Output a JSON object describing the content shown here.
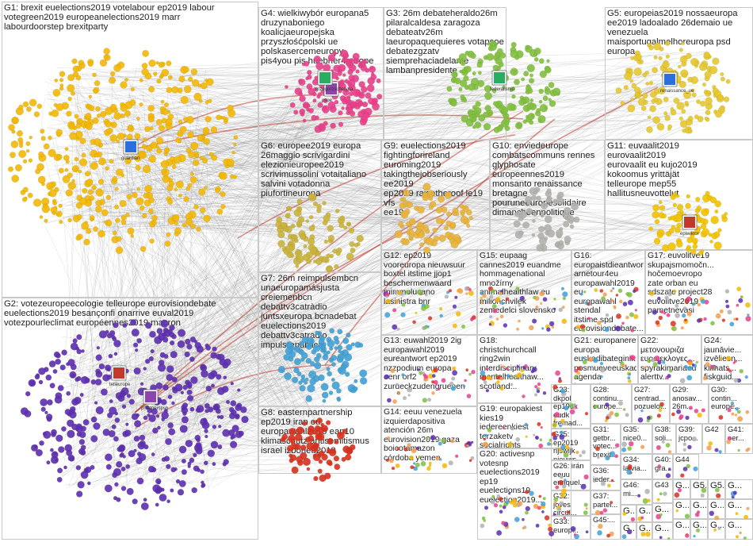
{
  "colors": {
    "background": "#ffffff",
    "panel_border": "#c9c9c9",
    "edge": "#8a8a8a",
    "edge_highlight": "#c0392b",
    "G1": "#f2b705",
    "G2": "#5b2db3",
    "G3": "#7fbf3f",
    "G4": "#e83e8c",
    "G5": "#e6c62e",
    "G6": "#c9b23b",
    "G7": "#3fa0d8",
    "G8": "#d7301f",
    "G9": "#e8b33c",
    "G10": "#b0b0b0",
    "G11": "#f2c200"
  },
  "groups": [
    {
      "id": "G1",
      "label": "G1: brexit euelections2019 votelabour ep2019 labour\nvotegreen2019 europeanelections2019 marr\nlabourdoorstep brexitparty"
    },
    {
      "id": "G2",
      "label": "G2: votezeuropeecologie telleurope eurovisiondebate\neuelections2019 besançonfi onarrive euval2019\nvotezpourleclimat européennes2019 macron"
    },
    {
      "id": "G3",
      "label": "G3: 26m debateheraldo26m\npilaralcaldesa zaragoza debateatv26m\nlaeuropaquequieres votapsoe\ndebatezgzatv siemprehaciadelante\nlambanpresidente"
    },
    {
      "id": "G4",
      "label": "G4: wielkiwybór europana5\ndruzynaboniego koalicjaeuropejska\nprzyszłośćpolski ue polskasercemeuropy\npis4you pis huebner4europe"
    },
    {
      "id": "G5",
      "label": "G5: europeias2019 nossaeuropa\nee2019 ladoalado 26demaio ue\nvenezuela\nmaisportugalmelhoreuropa psd\neuropa"
    },
    {
      "id": "G6",
      "label": "G6: europee2019 europa\n26maggio scrivigardini\nelezionieuropee2019\nscrivimussolini votaitaliano\nsalvini votadonna\npiufortineuropa"
    },
    {
      "id": "G7",
      "label": "G7: 26m reimpulsembcn\nunaeuropamásjusta\ncreiemenbcn\ndebattv3catràdio\njuntsxeuropa bcnadebat\neuelections2019\ndebattv3catradio\nimpulsrepública"
    },
    {
      "id": "G8",
      "label": "G8: easternpartnership\nep2019 iran eu\neuropawahl2019 eap10\nklimaschutz antisemitismus\nisrael izborieu2019"
    },
    {
      "id": "G9",
      "label": "G9: euelections2019\nfightingforireland euroming2019\ntakingthejobseriously ee2019\nep2019 raisetheroof le19 vfs\nee19"
    },
    {
      "id": "G10",
      "label": "G10: enviedeurope\ncombatscommuns rennes\nglyphosate europeennes2019\nmonsanto renaissance\nbretagne\npouruneeuropesolidaire\ndimancheenpolitique"
    },
    {
      "id": "G11",
      "label": "G11: euvaalit2019\neurovaalit2019\neurovaalit eu kujo2019\nkokoomus yrittäjät\ntelleurope mep55\nhallitusneuvottelut"
    },
    {
      "id": "G12",
      "label": "G12: ep2019\nvooreuropa nieuwsuur\nboxtel itstime jjop1\nbeschermenwaard\nmimmolucano\nlasinistra bnr"
    },
    {
      "id": "G13",
      "label": "G13: euwahl2019 2ig\neuropawahl2019\neureantwort ep2019\nnzzpodium europa\noenr orf2\nzurueckzudengruenen"
    },
    {
      "id": "G14",
      "label": "G14: eeuu venezuela\nizquierdapositiva\natención 26m\neurovision2019 gaza\nboicotamazon\ncórdoba yemen"
    },
    {
      "id": "G15",
      "label": "G15: eupaag\ncannes2019 euandme\nhommagenational\nmnožírny\nanimalhealthlaw eu\nmilionchvilek\nzemedelci slovensko"
    },
    {
      "id": "G16",
      "label": "G16:\neuropaistdieantwort\narnetour4eu\neuropawahl2019 eu\neuropawahl stendal\nitstime spd\neurovisiondebate..."
    },
    {
      "id": "G17",
      "label": "G17: euvolitve19\nskupajsmomočn...\nhočemoevropo\nzate orban eu\nsdszate project28\neuvolitve2019\npametnevasi"
    },
    {
      "id": "G18",
      "label": "G18:\nchristchurchcall\nring2win\ninterdisciplinary\nmentalhealthaw...\nscotland..."
    },
    {
      "id": "G19",
      "label": "G19: europakiest\nkies19\niedereenkiest\nterzaketv\nsocialrights\nagenda2030..."
    },
    {
      "id": "G20",
      "label": "G20: activesnp\nvotesnp\neuelections2019\nep19\neuelections19\neuelection2019..."
    },
    {
      "id": "G21",
      "label": "G21: europanere\neuropa\neuskadibateginik\nnosmueveeuskadi\nagenda basauri..."
    },
    {
      "id": "G22",
      "label": "G22:\nμετονουριζα\nευρωεκλογες...\nspyrakimariaeu\nalerttv..."
    },
    {
      "id": "G23",
      "label": "G23:\ndkpol\nep19dk\neudk\nfremad..."
    },
    {
      "id": "G24",
      "label": "G24:\njaunāvie...\nizvēliesn...\nklimats...\nfiskguid..."
    },
    {
      "id": "G25",
      "label": "G25:\nep2019\nrijswijk\nnieuws..."
    },
    {
      "id": "G26",
      "label": "G26: irán\neeuu\nenriquel..."
    },
    {
      "id": "G27",
      "label": "G27:\ncentrad...\npozuelo..."
    },
    {
      "id": "G28",
      "label": "G28:\ncontinu...\neurope..."
    },
    {
      "id": "G29",
      "label": "G29:\nanosav...\n26m..."
    },
    {
      "id": "G30",
      "label": "G30:\ncontin...\neurope..."
    },
    {
      "id": "G31",
      "label": "G31:\ngetbr...\nvotec...\nbrexit..."
    },
    {
      "id": "G32",
      "label": "G32:\njoves\ncircul..."
    },
    {
      "id": "G33",
      "label": "G33:\neurop..."
    },
    {
      "id": "G34",
      "label": "G34:\nlatvia..."
    },
    {
      "id": "G35",
      "label": "G35:\nnice0..."
    },
    {
      "id": "G36",
      "label": "G36:\nieder..."
    },
    {
      "id": "G37",
      "label": "G37:\npartei..."
    },
    {
      "id": "G38",
      "label": "G38:\nsoli..."
    },
    {
      "id": "G39",
      "label": "G39:\njcpo..."
    },
    {
      "id": "G40",
      "label": "G40:\ngra..."
    },
    {
      "id": "G41",
      "label": "G41:\noer..."
    },
    {
      "id": "G42",
      "label": "G42"
    },
    {
      "id": "G43",
      "label": "G43"
    },
    {
      "id": "G44",
      "label": "G44"
    },
    {
      "id": "G45",
      "label": "G45:..."
    },
    {
      "id": "G46",
      "label": "G46:\nmi..."
    },
    {
      "id": "G47",
      "label": "G..."
    },
    {
      "id": "G48",
      "label": "G5..."
    },
    {
      "id": "G49",
      "label": "G5..."
    },
    {
      "id": "G50",
      "label": "G..."
    },
    {
      "id": "G51",
      "label": "G..."
    },
    {
      "id": "G52",
      "label": "G..."
    },
    {
      "id": "G53",
      "label": "G..."
    },
    {
      "id": "G54",
      "label": "G..."
    },
    {
      "id": "G55",
      "label": "G..."
    },
    {
      "id": "G56",
      "label": "G..."
    },
    {
      "id": "G57",
      "label": "G..."
    },
    {
      "id": "G58",
      "label": "G..."
    },
    {
      "id": "G59",
      "label": "G..."
    },
    {
      "id": "G60",
      "label": "G..."
    },
    {
      "id": "G61",
      "label": "G..."
    },
    {
      "id": "G62",
      "label": "G..."
    },
    {
      "id": "G63",
      "label": "G..."
    },
    {
      "id": "G64",
      "label": "G..."
    }
  ],
  "node_labels": [
    "guardian",
    "telleurope",
    "federalismo",
    "psoe",
    "renaissance_ue",
    "epiwiktor",
    "grzegorzschetyna",
    "prisonerspsb"
  ]
}
